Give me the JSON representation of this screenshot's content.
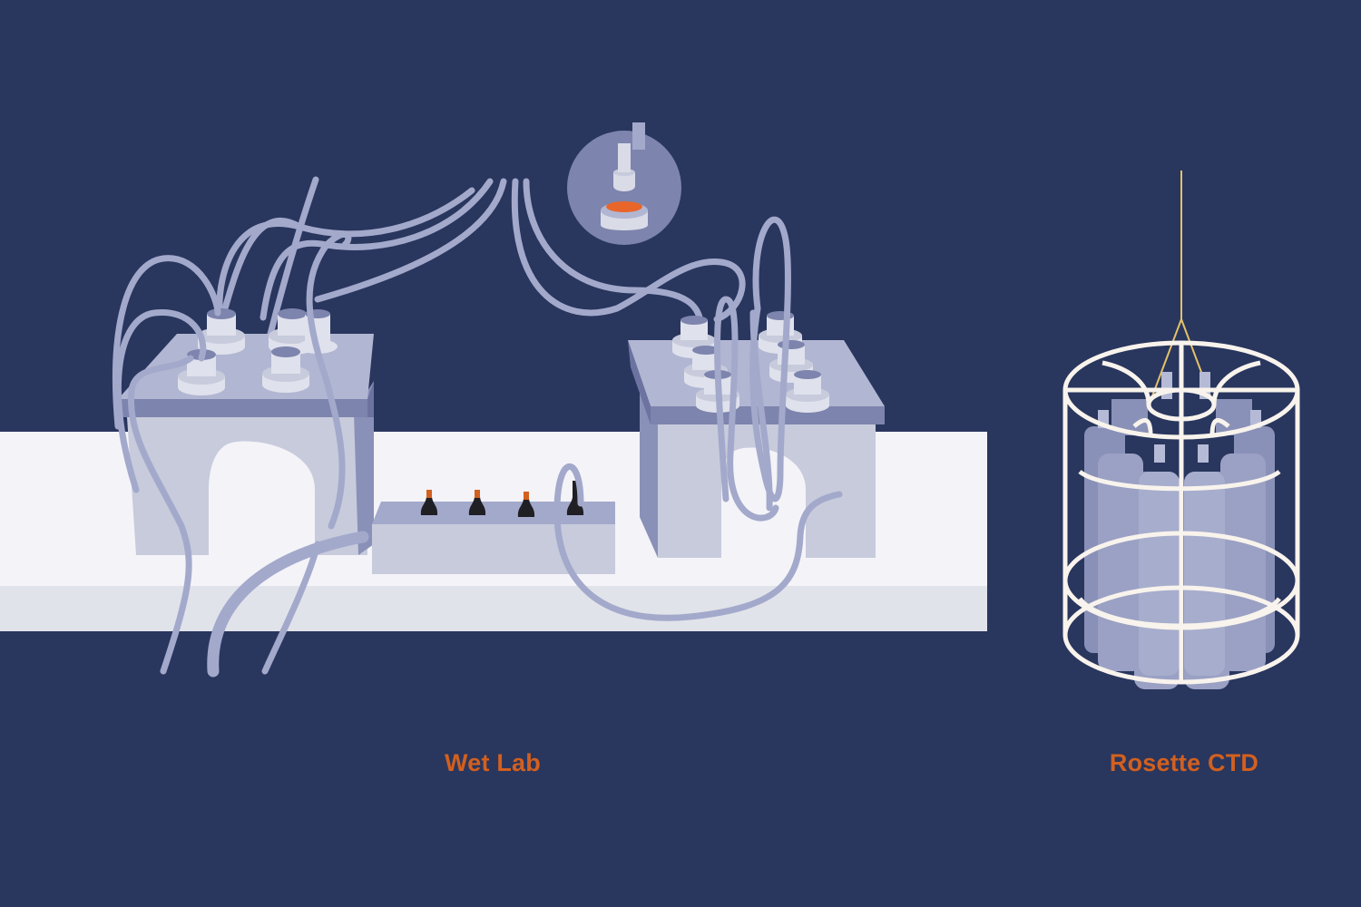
{
  "labels": {
    "wet_lab": "Wet Lab",
    "rosette_ctd": "Rosette CTD"
  },
  "colors": {
    "background": "#29365e",
    "bench_top": "#f4f3f8",
    "bench_front": "#e1e3ea",
    "equipment_light": "#c7cbdc",
    "equipment_mid": "#a3a9cb",
    "equipment_dark": "#7d84ad",
    "tubing": "#a3a9cb",
    "label_orange": "#d2601f",
    "filter_orange": "#e8662a",
    "cage_white": "#f8f3ec",
    "cable_gold": "#e3c36a"
  },
  "scene": {
    "left_group": "Wet Lab bench with two filtration manifolds, pump box and tubing",
    "inset": "Magnified filter holder with orange mesh filter",
    "right_group": "Rosette CTD water sampler cage with Niskin bottles suspended from cable"
  }
}
